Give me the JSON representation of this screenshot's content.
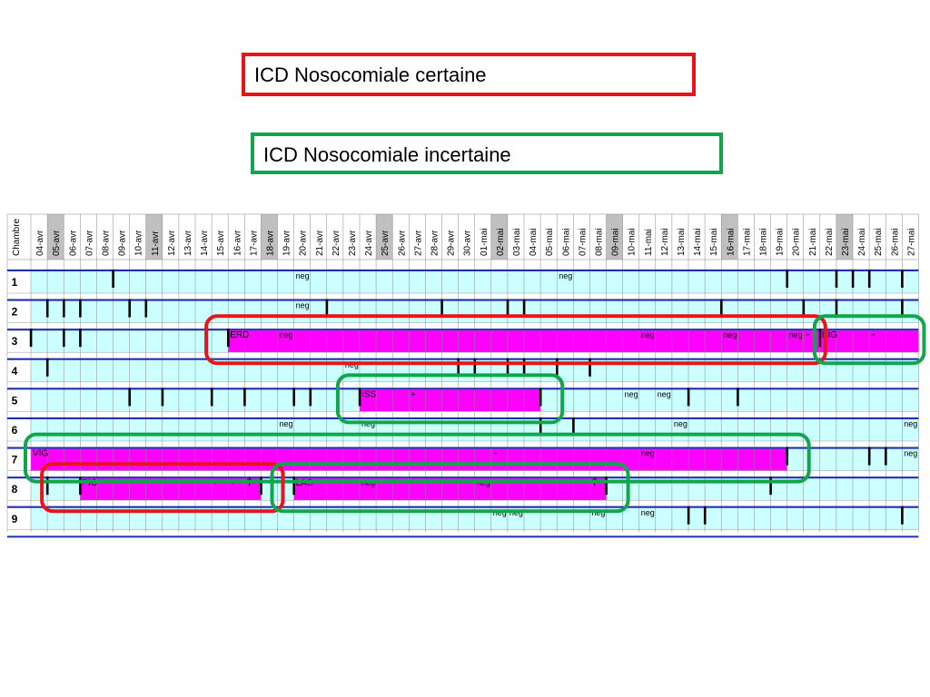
{
  "legend": {
    "certain": {
      "label": "ICD Nosocomiale certaine",
      "color": "#e8141a"
    },
    "uncertain": {
      "label": "ICD Nosocomiale incertaine",
      "color": "#12a64c"
    }
  },
  "colors": {
    "occupied": "#ccffff",
    "icd": "#ff00ff",
    "row_line": "#1f2fb5",
    "weekend": "#c0c0c0",
    "mark": "#000000"
  },
  "header": {
    "room_col_label": "Chambre"
  },
  "days": [
    "04-avr",
    "05-avr",
    "06-avr",
    "07-avr",
    "08-avr",
    "09-avr",
    "10-avr",
    "11-avr",
    "12-avr",
    "13-avr",
    "14-avr",
    "15-avr",
    "16-avr",
    "17-avr",
    "18-avr",
    "19-avr",
    "20-avr",
    "21-avr",
    "22-avr",
    "23-avr",
    "24-avr",
    "25-avr",
    "26-avr",
    "27-avr",
    "28-avr",
    "29-avr",
    "30-avr",
    "01-mai",
    "02-mai",
    "03-mai",
    "04-mai",
    "05-mai",
    "06-mai",
    "07-mai",
    "08-mai",
    "09-mai",
    "10-mai",
    "11-mai",
    "12-mai",
    "13-mai",
    "14-mai",
    "15-mai",
    "16-mai",
    "17-mai",
    "18-mai",
    "19-mai",
    "20-mai",
    "21-mai",
    "22-mai",
    "23-mai",
    "24-mai",
    "25-mai",
    "26-mai",
    "27-mai"
  ],
  "weekend_days": [
    "05-avr",
    "11-avr",
    "18-avr",
    "25-avr",
    "02-mai",
    "09-mai",
    "16-mai",
    "23-mai"
  ],
  "rooms": [
    {
      "room": "1",
      "spans": [
        {
          "start": 0,
          "end": 54,
          "kind": "occupied"
        }
      ],
      "marks": [
        5,
        46,
        49,
        50,
        51,
        53
      ],
      "labels": [
        {
          "day": 16,
          "text": "neg"
        },
        {
          "day": 32,
          "text": "neg"
        }
      ]
    },
    {
      "room": "2",
      "spans": [
        {
          "start": 0,
          "end": 54,
          "kind": "occupied"
        }
      ],
      "marks": [
        1,
        2,
        3,
        6,
        7,
        18,
        25,
        29,
        30,
        42,
        47,
        49,
        53
      ],
      "labels": [
        {
          "day": 16,
          "text": "neg"
        }
      ]
    },
    {
      "room": "3",
      "spans": [
        {
          "start": 0,
          "end": 12,
          "kind": "occupied"
        },
        {
          "start": 12,
          "end": 48,
          "kind": "icd",
          "code": "ERD"
        },
        {
          "start": 48,
          "end": 54,
          "kind": "icd",
          "code": "BIG"
        }
      ],
      "marks": [
        0,
        2,
        3,
        12,
        48
      ],
      "labels": [
        {
          "day": 15,
          "text": "neg"
        },
        {
          "day": 37,
          "text": "neg"
        },
        {
          "day": 42,
          "text": "neg"
        },
        {
          "day": 46,
          "text": "neg"
        },
        {
          "day": 47,
          "text": "+"
        },
        {
          "day": 51,
          "text": "+"
        }
      ]
    },
    {
      "room": "4",
      "spans": [
        {
          "start": 0,
          "end": 54,
          "kind": "occupied"
        }
      ],
      "marks": [
        1,
        26,
        27,
        29,
        30,
        32,
        34
      ],
      "labels": [
        {
          "day": 19,
          "text": "neg"
        }
      ]
    },
    {
      "room": "5",
      "spans": [
        {
          "start": 0,
          "end": 20,
          "kind": "occupied"
        },
        {
          "start": 20,
          "end": 31,
          "kind": "icd",
          "code": "ISS"
        },
        {
          "start": 31,
          "end": 54,
          "kind": "occupied"
        }
      ],
      "marks": [
        6,
        8,
        11,
        13,
        16,
        17,
        20,
        31,
        40,
        43
      ],
      "labels": [
        {
          "day": 23,
          "text": "+"
        },
        {
          "day": 36,
          "text": "neg"
        },
        {
          "day": 38,
          "text": "neg"
        }
      ]
    },
    {
      "room": "6",
      "spans": [
        {
          "start": 0,
          "end": 54,
          "kind": "occupied"
        }
      ],
      "marks": [
        31,
        33
      ],
      "labels": [
        {
          "day": 15,
          "text": "neg"
        },
        {
          "day": 20,
          "text": "neg"
        },
        {
          "day": 39,
          "text": "neg"
        },
        {
          "day": 53,
          "text": "neg"
        }
      ]
    },
    {
      "room": "7",
      "spans": [
        {
          "start": 0,
          "end": 46,
          "kind": "icd",
          "code": "VIG"
        },
        {
          "start": 46,
          "end": 54,
          "kind": "occupied"
        }
      ],
      "marks": [
        46,
        51,
        52
      ],
      "labels": [
        {
          "day": 28,
          "text": "+"
        },
        {
          "day": 37,
          "text": "neg"
        },
        {
          "day": 53,
          "text": "neg"
        }
      ]
    },
    {
      "room": "8",
      "spans": [
        {
          "start": 0,
          "end": 3,
          "kind": "occupied"
        },
        {
          "start": 3,
          "end": 14,
          "kind": "icd",
          "code": "PIC"
        },
        {
          "start": 14,
          "end": 16,
          "kind": "occupied"
        },
        {
          "start": 16,
          "end": 35,
          "kind": "icd",
          "code": "LAS"
        },
        {
          "start": 35,
          "end": 54,
          "kind": "occupied"
        }
      ],
      "marks": [
        1,
        3,
        14,
        16,
        35,
        45
      ],
      "labels": [
        {
          "day": 11,
          "text": "+"
        },
        {
          "day": 12,
          "text": "+"
        },
        {
          "day": 13,
          "text": "†"
        },
        {
          "day": 20,
          "text": "neg"
        },
        {
          "day": 27,
          "text": "neg"
        },
        {
          "day": 34,
          "text": "†"
        }
      ]
    },
    {
      "room": "9",
      "spans": [
        {
          "start": 0,
          "end": 54,
          "kind": "occupied"
        }
      ],
      "marks": [
        40,
        41,
        53
      ],
      "labels": [
        {
          "day": 28,
          "text": "neg"
        },
        {
          "day": 29,
          "text": "neg"
        },
        {
          "day": 34,
          "text": "neg"
        },
        {
          "day": 37,
          "text": "neg"
        }
      ]
    }
  ],
  "highlights": [
    {
      "type": "certain",
      "room_from": 3,
      "room_to": 3,
      "day_start": 11,
      "day_end": 48
    },
    {
      "type": "uncertain",
      "room_from": 3,
      "room_to": 3,
      "day_start": 48,
      "day_end": 54
    },
    {
      "type": "uncertain",
      "room_from": 5,
      "room_to": 5,
      "day_start": 19,
      "day_end": 32
    },
    {
      "type": "uncertain",
      "room_from": 7,
      "room_to": 7,
      "day_start": 0,
      "day_end": 47
    },
    {
      "type": "certain",
      "room_from": 8,
      "room_to": 8,
      "day_start": 1,
      "day_end": 15
    },
    {
      "type": "uncertain",
      "room_from": 8,
      "room_to": 8,
      "day_start": 15,
      "day_end": 36
    }
  ]
}
